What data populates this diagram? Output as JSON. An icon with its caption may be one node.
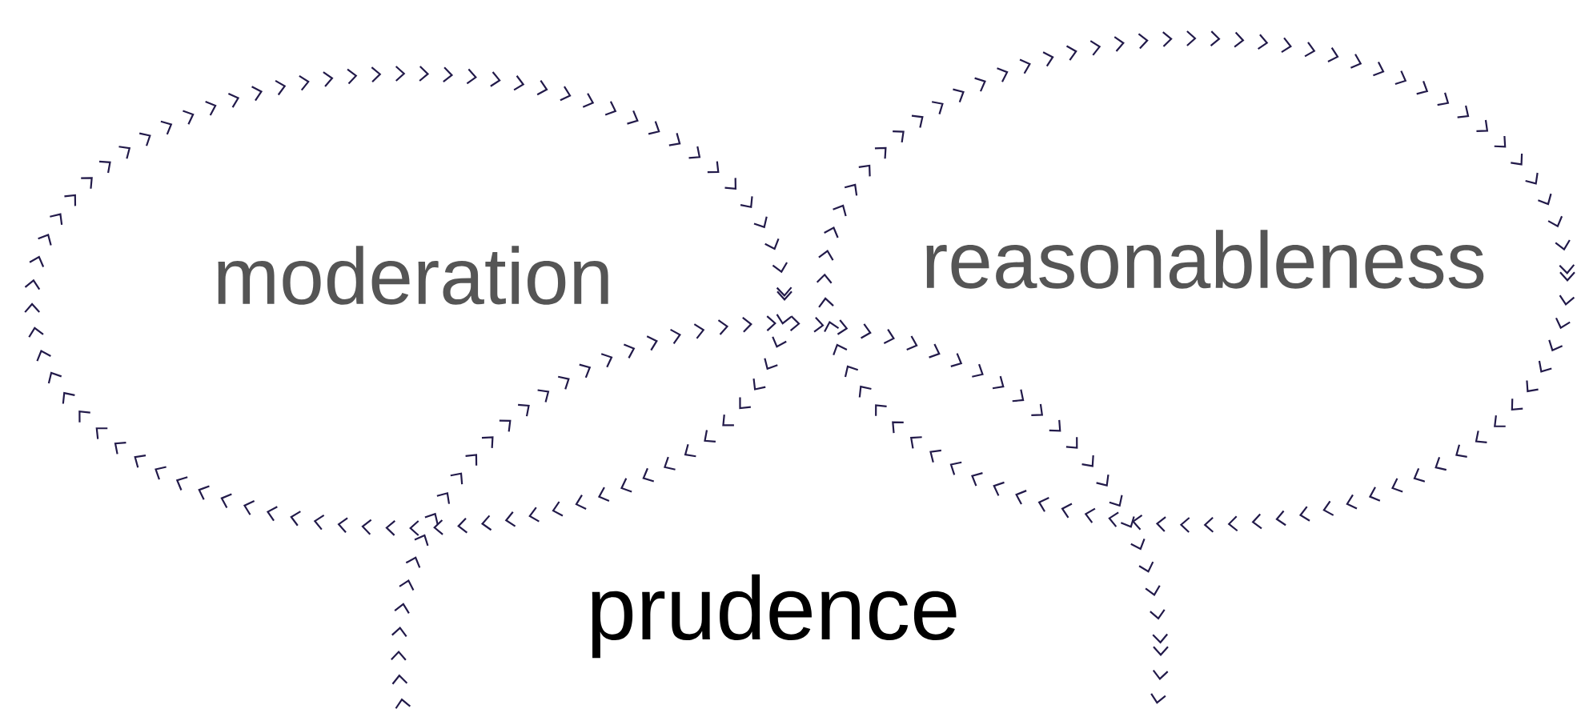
{
  "diagram": {
    "nodes": [
      {
        "text": [
          "moderation"
        ]
      },
      {
        "text": [
          "reasonableness"
        ]
      },
      {
        "text": [
          "prudence"
        ]
      }
    ]
  }
}
